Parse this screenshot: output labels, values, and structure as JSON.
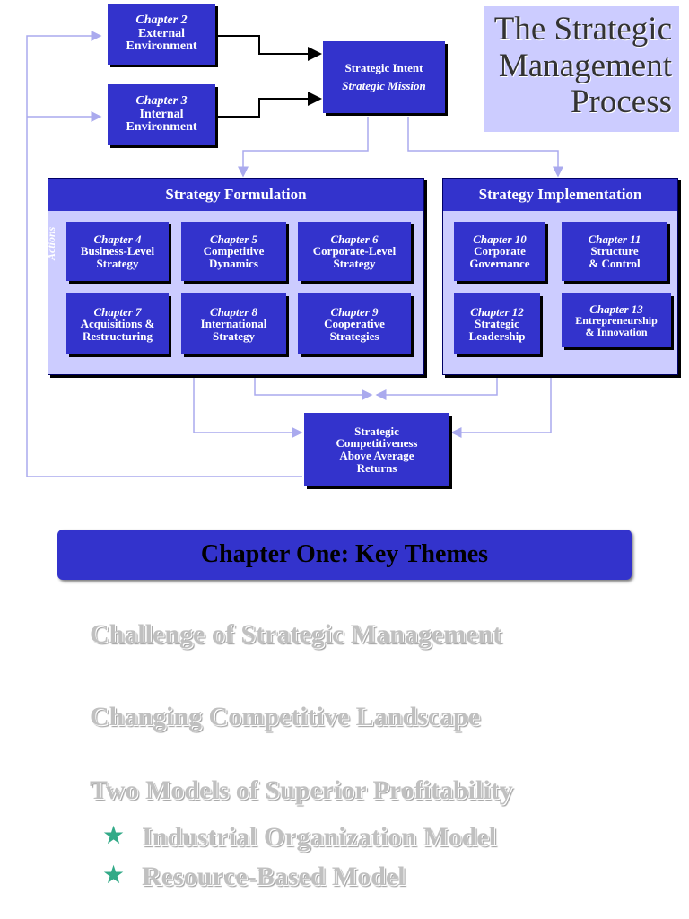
{
  "colors": {
    "box_fill": "#3333cc",
    "panel_fill": "#ccccff",
    "theme_text": "#c0c0c0",
    "bullet": "#33aa88"
  },
  "title": {
    "line1": "The Strategic",
    "line2": "Management",
    "line3": "Process"
  },
  "inputs": {
    "external": {
      "chapter": "Chapter 2",
      "line1": "External",
      "line2": "Environment"
    },
    "internal": {
      "chapter": "Chapter 3",
      "line1": "Internal",
      "line2": "Environment"
    }
  },
  "intent": {
    "line1": "Strategic Intent",
    "line2": "Strategic Mission"
  },
  "formulation": {
    "title": "Strategy Formulation",
    "side_label": "Actions",
    "chapters": [
      {
        "chapter": "Chapter 4",
        "line1": "Business-Level",
        "line2": "Strategy"
      },
      {
        "chapter": "Chapter 5",
        "line1": "Competitive",
        "line2": "Dynamics"
      },
      {
        "chapter": "Chapter 6",
        "line1": "Corporate-Level",
        "line2": "Strategy"
      },
      {
        "chapter": "Chapter 7",
        "line1": "Acquisitions &",
        "line2": "Restructuring"
      },
      {
        "chapter": "Chapter 8",
        "line1": "International",
        "line2": "Strategy"
      },
      {
        "chapter": "Chapter 9",
        "line1": "Cooperative",
        "line2": "Strategies"
      }
    ]
  },
  "implementation": {
    "title": "Strategy Implementation",
    "chapters": [
      {
        "chapter": "Chapter 10",
        "line1": "Corporate",
        "line2": "Governance"
      },
      {
        "chapter": "Chapter 11",
        "line1": "Structure",
        "line2": "& Control"
      },
      {
        "chapter": "Chapter 12",
        "line1": "Strategic",
        "line2": "Leadership"
      },
      {
        "chapter": "Chapter 13",
        "line1": "Entrepreneurship",
        "line2": "& Innovation"
      }
    ]
  },
  "outcome": {
    "line1": "Strategic",
    "line2": "Competitiveness",
    "line3": "Above Average",
    "line4": "Returns"
  },
  "banner": "Chapter One: Key Themes",
  "themes": [
    "Challenge of Strategic Management",
    "Changing Competitive Landscape",
    "Two Models of Superior Profitability"
  ],
  "bullets": [
    "Industrial Organization Model",
    "Resource-Based Model"
  ]
}
